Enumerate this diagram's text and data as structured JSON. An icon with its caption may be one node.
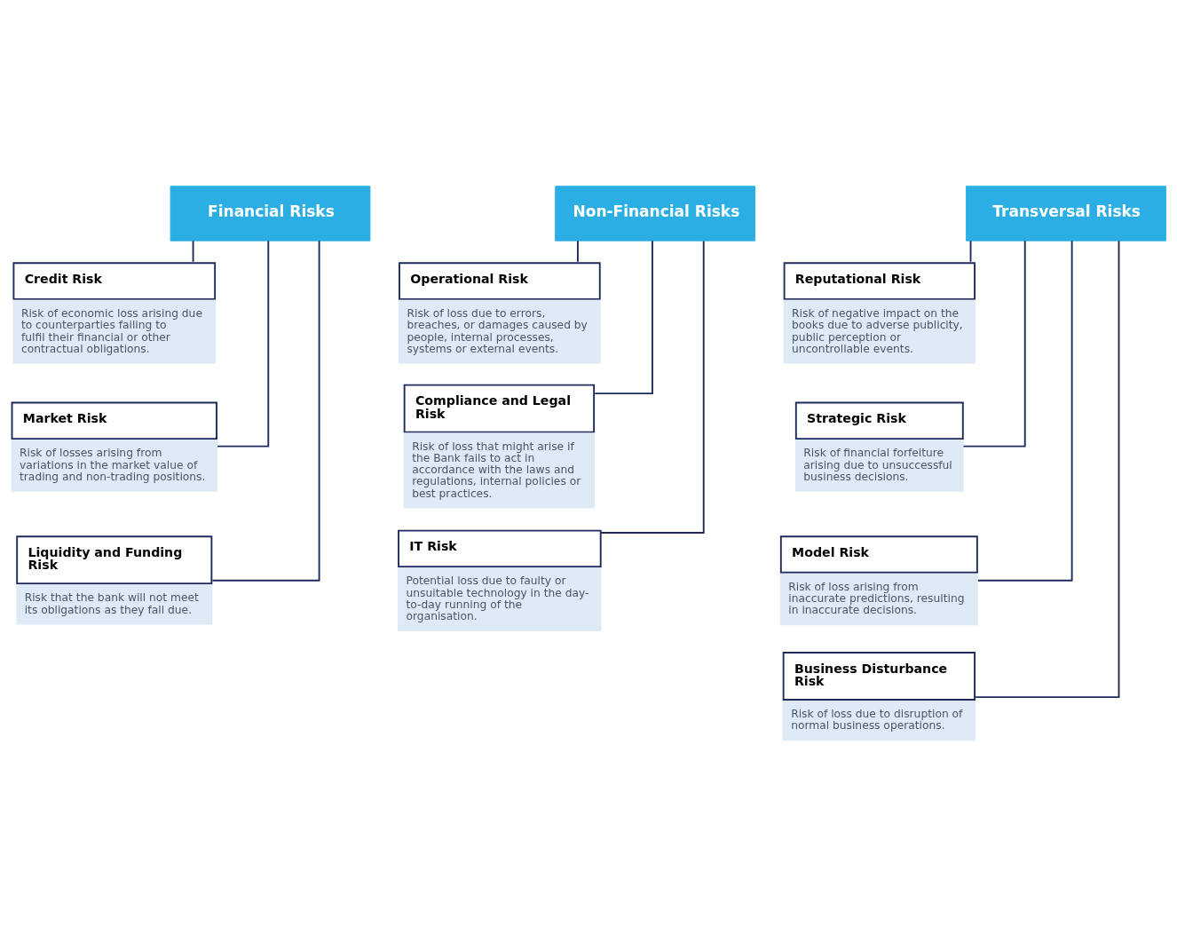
{
  "diagram": {
    "nodes": [
      {
        "text": [
          "Financial Risks"
        ]
      },
      {
        "text": [
          "Credit Risk",
          "Risk of economic loss arising due to counterparties failing to fulfil their financial or other contractual obligations."
        ]
      },
      {
        "text": [
          "Market Risk",
          "Risk of losses arising from variations in the market value of trading and non-trading positions."
        ]
      },
      {
        "text": [
          "Liquidity and Funding Risk",
          "Risk that the bank will not meet its obligations as they fall due."
        ]
      },
      {
        "text": [
          "Non-Financial Risks"
        ]
      },
      {
        "text": [
          "Operational Risk",
          "Risk of loss due to errors, breaches, or damages caused by people, internal processes, systems or external events."
        ]
      },
      {
        "text": [
          "Compliance and Legal Risk",
          "Risk of loss that might arise if the Bank fails to act in accordance with the laws and regulations, internal policies or best practices."
        ]
      },
      {
        "text": [
          "IT Risk",
          "Potential loss due to faulty or unsuitable technology in the day-to-day running of the organisation."
        ]
      },
      {
        "text": [
          "Transversal Risks"
        ]
      },
      {
        "text": [
          "Reputational Risk",
          "Risk of negative impact on the books due to adverse publicity, public perception or uncontrollable events."
        ]
      },
      {
        "text": [
          "Strategic Risk",
          "Risk of financial forfeiture arising due to unsuccessful business decisions."
        ]
      },
      {
        "text": [
          "Model Risk",
          "Risk of loss arising from inaccurate predictions, resulting in inaccurate decisions."
        ]
      },
      {
        "text": [
          "Business Disturbance Risk",
          "Risk of loss due to disruption of normal business operations."
        ]
      }
    ],
    "edges": [
      {
        "from": 0,
        "to": 1,
        "arrow": "none"
      },
      {
        "from": 0,
        "to": 2,
        "arrow": "none"
      },
      {
        "from": 0,
        "to": 3,
        "arrow": "none"
      },
      {
        "from": 4,
        "to": 5,
        "arrow": "none"
      },
      {
        "from": 4,
        "to": 6,
        "arrow": "none"
      },
      {
        "from": 4,
        "to": 7,
        "arrow": "none"
      },
      {
        "from": 8,
        "to": 9,
        "arrow": "none"
      },
      {
        "from": 8,
        "to": 10,
        "arrow": "none"
      },
      {
        "from": 8,
        "to": 11,
        "arrow": "none"
      },
      {
        "from": 8,
        "to": 12,
        "arrow": "none"
      }
    ]
  }
}
